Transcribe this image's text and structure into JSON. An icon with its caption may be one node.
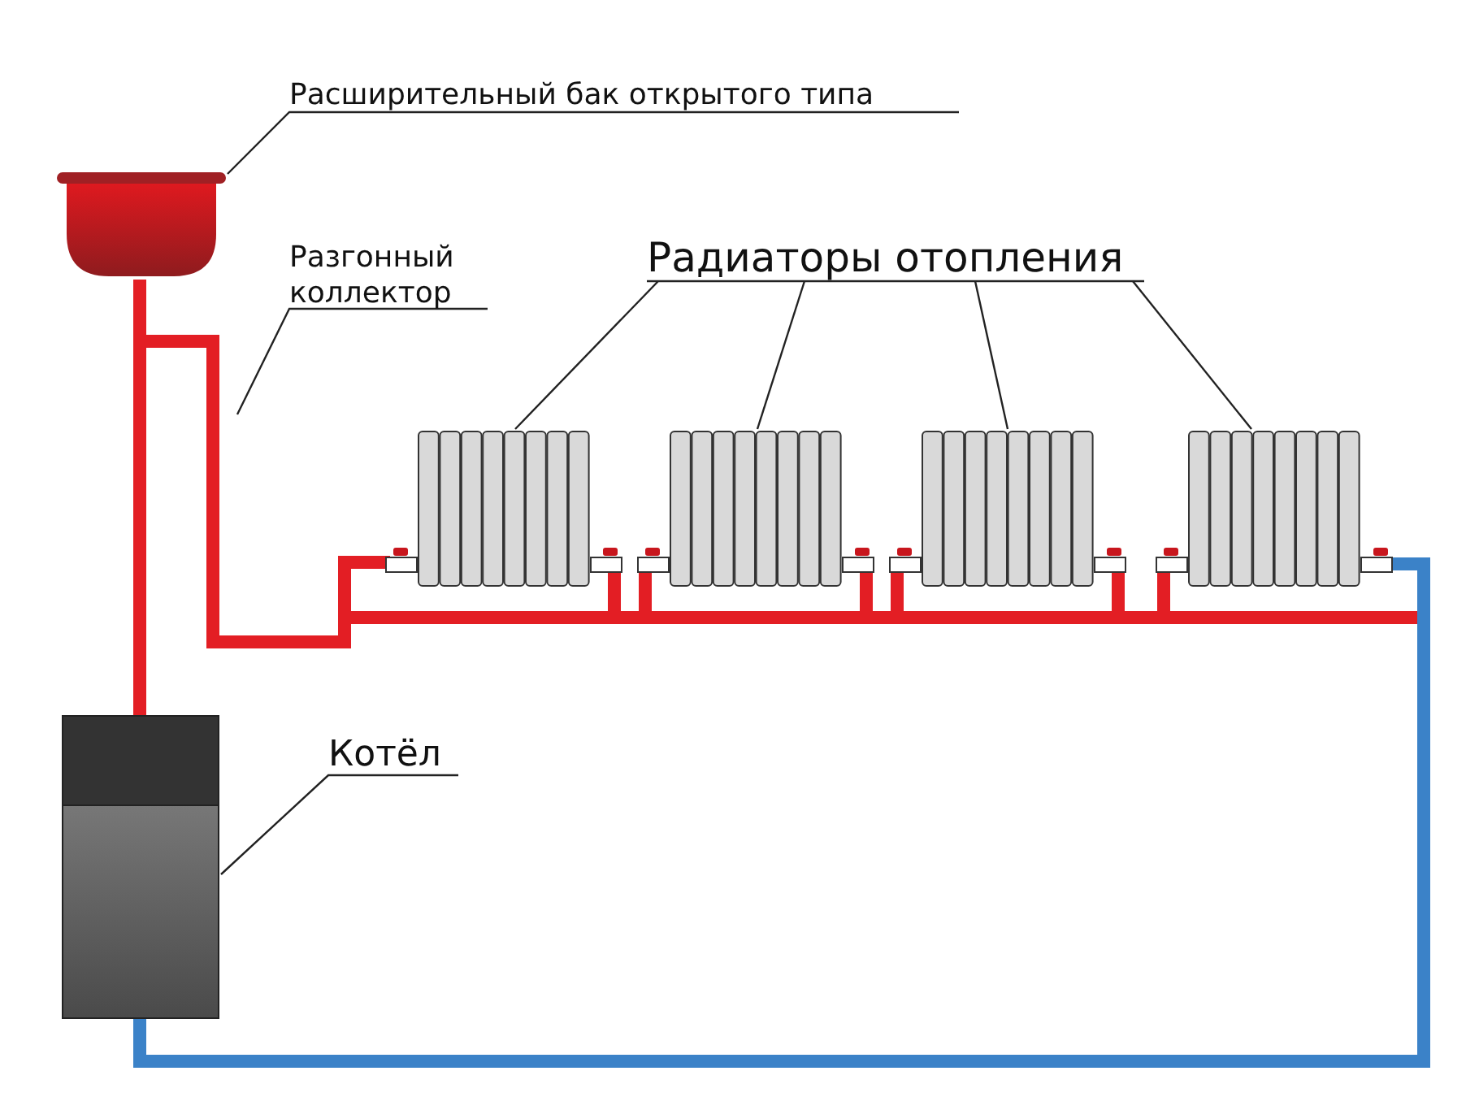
{
  "diagram": {
    "nodes": [
      {
        "text": [
          "Расширительный бак открытого типа"
        ]
      },
      {
        "text": [],
        "shape": "picture"
      },
      {
        "text": [
          "Разгонный коллектор"
        ]
      },
      {
        "text": [
          "Радиаторы отопления"
        ]
      },
      {
        "text": [],
        "shape": "picture"
      },
      {
        "text": [],
        "shape": "picture"
      },
      {
        "text": [],
        "shape": "picture"
      },
      {
        "text": [],
        "shape": "picture"
      },
      {
        "text": [
          "Котёл"
        ]
      },
      {
        "text": [],
        "shape": "picture"
      }
    ],
    "edges": [
      {
        "from": 0,
        "to": 1,
        "arrow": "none"
      },
      {
        "from": 2,
        "to": null,
        "arrow": "none"
      },
      {
        "from": 3,
        "to": 4,
        "arrow": "none"
      },
      {
        "from": 3,
        "to": 5,
        "arrow": "none"
      },
      {
        "from": 3,
        "to": 6,
        "arrow": "none"
      },
      {
        "from": 3,
        "to": 7,
        "arrow": "none"
      },
      {
        "from": 8,
        "to": 9,
        "arrow": "none"
      },
      {
        "from": 9,
        "to": 1,
        "arrow": "none",
        "style": "thick",
        "color": "#e31e24"
      },
      {
        "from": 7,
        "to": 9,
        "arrow": "none",
        "style": "thick",
        "color": "#3b82c8"
      }
    ]
  }
}
